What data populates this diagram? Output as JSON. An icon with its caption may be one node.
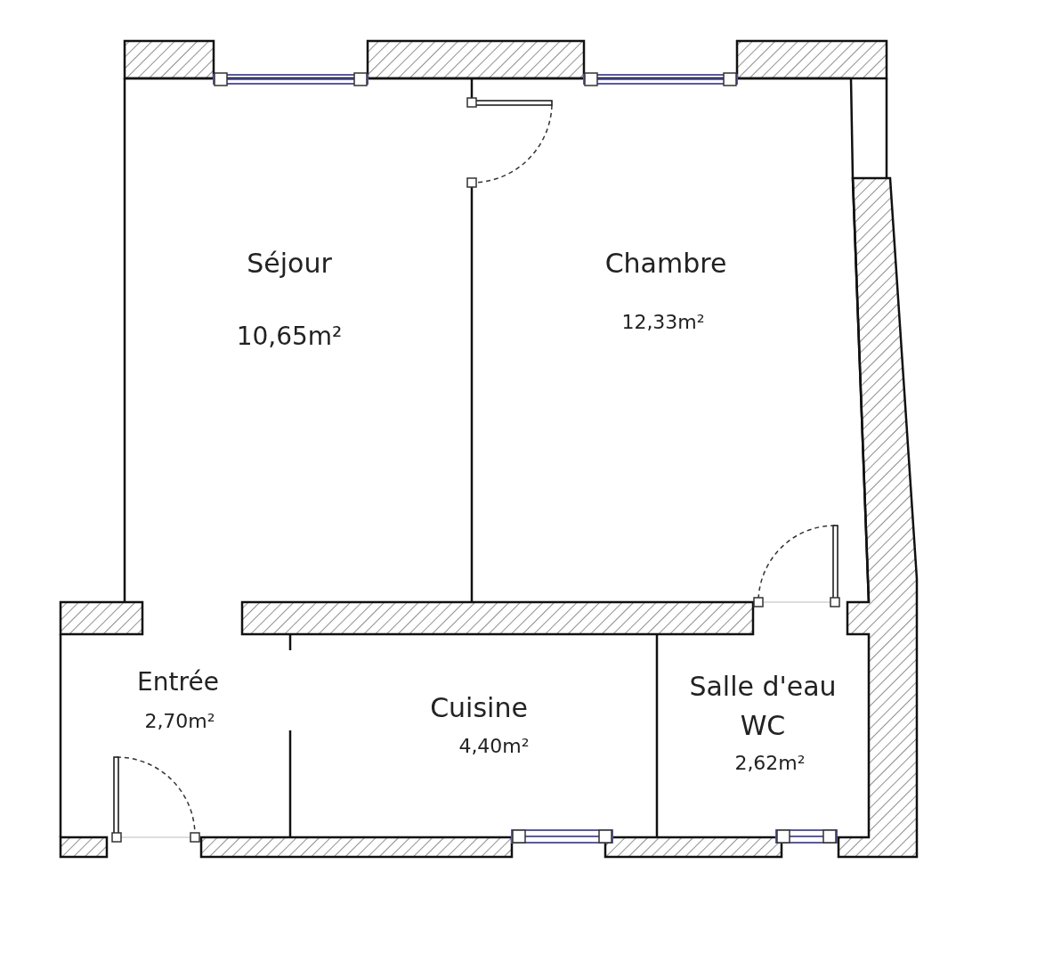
{
  "diagram": {
    "nodes": [
      {
        "text": [
          "Séjour",
          "10,65m²"
        ]
      },
      {
        "text": [
          "Chambre",
          "12,33m²"
        ]
      },
      {
        "text": [
          "Entrée",
          "2,70m²"
        ]
      },
      {
        "text": [
          "Cuisine",
          "4,40m²"
        ]
      },
      {
        "text": [
          "Salle d'eau WC",
          "2,62m²"
        ]
      }
    ],
    "edges": []
  }
}
